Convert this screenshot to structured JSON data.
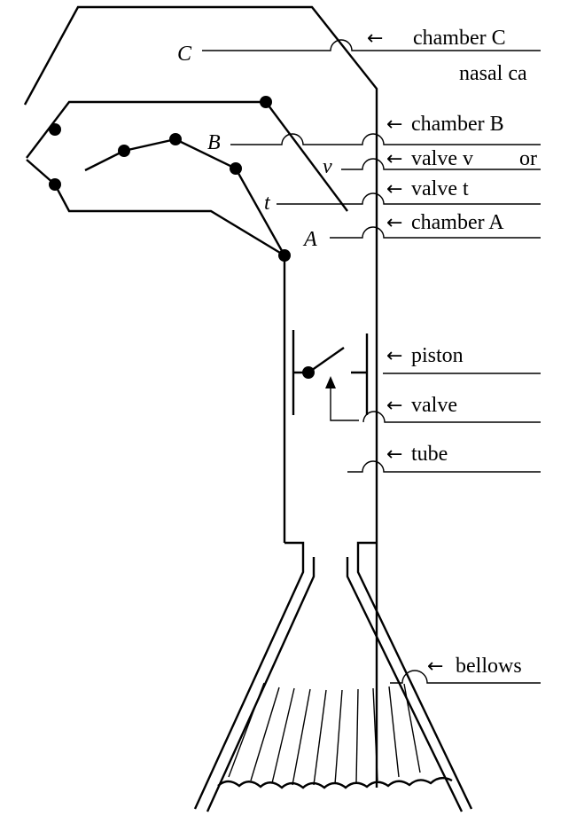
{
  "letters": {
    "C": "C",
    "B": "B",
    "v": "v",
    "t": "t",
    "A": "A"
  },
  "labels": {
    "chamber_C": "chamber C",
    "nasal": "nasal ca",
    "chamber_B": "chamber B",
    "valve_v": "valve v",
    "oral": "or",
    "valve_t": "valve t",
    "chamber_A": "chamber A",
    "piston": "piston",
    "valve": "valve",
    "tube": "tube",
    "bellows": "bellows"
  },
  "arrow_glyph": "←"
}
